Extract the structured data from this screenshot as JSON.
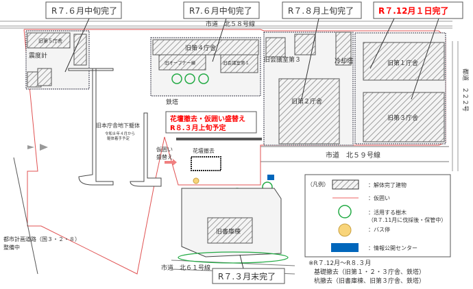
{
  "status_labels": {
    "bldg5": "R７.６月中旬完了",
    "bldg4": "R7.６月中旬完了",
    "bldg2": "R７.８月上旬完了",
    "bldg1": "R７.12月１日完了",
    "south": "R７.３月末完了"
  },
  "roads": {
    "north58": "市道　北５８号線",
    "north59": "市道　北５９号線",
    "north61": "市道　北６１号線",
    "to222": "都道　２２２号",
    "city_plan_1": "都市計画道路（国３・２・８）",
    "city_plan_2": "整備中"
  },
  "buildings": {
    "b5": "旧第５庁舎",
    "seismometer": "震度計",
    "b4": "旧第４庁舎",
    "opener": "旧オープナー棟",
    "conf1": "旧会議室第１",
    "conf3": "旧会議室第３",
    "cooling": "冷却塔",
    "b1": "旧第１庁舎",
    "b2": "旧第２庁舎",
    "b3": "旧第３庁舎",
    "tower": "鉄塔",
    "basement": "旧本庁舎地下躯体",
    "basement_note_1": "令和８年４月から",
    "basement_note_2": "躯体着手予定",
    "archive": "旧書庫棟",
    "flowerbed": "花壇撤去",
    "fence_change_1": "仮囲い",
    "fence_change_2": "盛替え"
  },
  "notice": {
    "line1": "花壇撤去・仮囲い盛替え",
    "line2": "R８.３月上旬予定",
    "color": "#ff0000"
  },
  "legend": {
    "title": "（凡例）",
    "items": [
      {
        "icon": "hatched-rect",
        "label": "：解体完了建物"
      },
      {
        "icon": "red-line",
        "label": "：仮囲い",
        "color": "#f08080"
      },
      {
        "icon": "green-circle",
        "label": "：活用する樹木",
        "sub": "（R７.11月に伐採後・保管中）",
        "color": "#22aa44"
      },
      {
        "icon": "yellow-circle",
        "label": "：バス停",
        "color": "#f8d47a"
      },
      {
        "icon": "blue-rect",
        "label": "：情報公開センター",
        "color": "#0066bb"
      }
    ]
  },
  "notes": {
    "line1": "※R７.12月～R８.３月",
    "line2": "基礎撤去（旧第１・２・３庁舎、鉄塔）",
    "line3": "杭撤去（旧書庫棟、旧第３庁舎、鉄塔）"
  }
}
